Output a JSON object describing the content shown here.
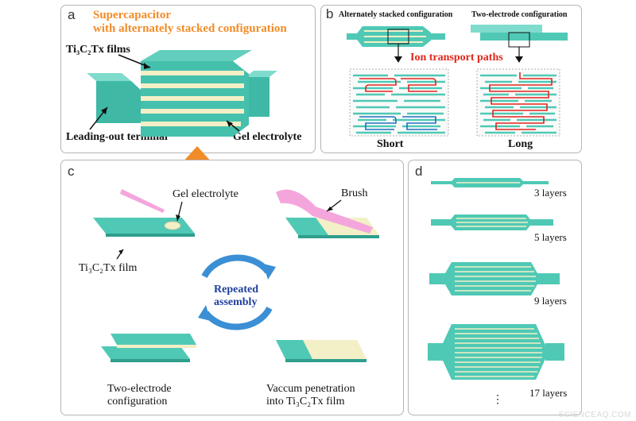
{
  "panel_a": {
    "label": "a",
    "title_line1": "Supercapacitor",
    "title_line2": "with alternately stacked configuration",
    "films_label": "Ti₃C₂Tx films",
    "terminal_label": "Leading-out terminal",
    "gel_label": "Gel electrolyte"
  },
  "panel_b": {
    "label": "b",
    "left_title": "Alternately stacked configuration",
    "right_title": "Two-electrode configuration",
    "ion_label": "Ion transport paths",
    "short_label": "Short",
    "long_label": "Long"
  },
  "panel_c": {
    "label": "c",
    "gel_label": "Gel electrolyte",
    "film_label": "Ti₃C₂Tx film",
    "brush_label": "Brush",
    "repeated_line1": "Repeated",
    "repeated_line2": "assembly",
    "two_electrode_line1": "Two-electrode",
    "two_electrode_line2": "configuration",
    "vacuum_line1": "Vaccum penetration",
    "vacuum_line2": "into Ti₃C₂Tx film"
  },
  "panel_d": {
    "label": "d",
    "items": [
      {
        "label": "3 layers",
        "layers": 3
      },
      {
        "label": "5 layers",
        "layers": 5
      },
      {
        "label": "9 layers",
        "layers": 9
      },
      {
        "label": "17 layers",
        "layers": 17
      }
    ],
    "more": "⋮"
  },
  "colors": {
    "teal": "#4fc9b5",
    "teal_dark": "#2f9e8d",
    "cream": "#f3efc6",
    "orange": "#f28c28",
    "red": "#e0261c",
    "blue": "#1f6fc2",
    "pink": "#f4a6dc"
  },
  "watermark": "SCIENCEAQ.COM"
}
